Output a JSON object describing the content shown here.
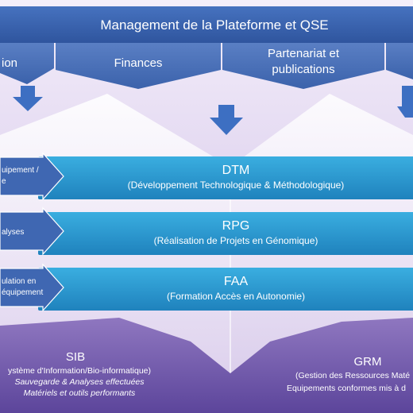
{
  "header": {
    "title": "Management de la Plateforme et QSE"
  },
  "tabs": [
    {
      "lines": [
        "ion"
      ]
    },
    {
      "lines": [
        "Finances"
      ]
    },
    {
      "lines": [
        "Partenariat et",
        "publications"
      ]
    },
    {
      "lines": []
    }
  ],
  "inputs": [
    {
      "lines": [
        "uipement /",
        "e"
      ]
    },
    {
      "lines": [
        "alyses"
      ]
    },
    {
      "lines": [
        "ulation en",
        "équipement"
      ]
    }
  ],
  "processes": [
    {
      "title": "DTM",
      "subtitle": "(Développement Technologique & Méthodologique)"
    },
    {
      "title": "RPG",
      "subtitle": "(Réalisation de Projets en Génomique)"
    },
    {
      "title": "FAA",
      "subtitle": "(Formation Accès en Autonomie)"
    }
  ],
  "bottom_left": {
    "title": "SIB",
    "line1": "ystème d'Information/Bio-informatique)",
    "line2": "Sauvegarde & Analyses effectuées",
    "line3": "Matériels et outils performants"
  },
  "bottom_right": {
    "title": "GRM",
    "line1": "(Gestion des Ressources Maté",
    "line2": "Equipements conformes mis à d"
  },
  "colors": {
    "header": "#3a62ad",
    "tab": "#4a6fb7",
    "down_arrow": "#3d6fc2",
    "input_arrow": "#3f67b2",
    "process": "#2a95cc",
    "purple_light": "#e9e1f3",
    "purple_dark": "#7a62b0"
  }
}
